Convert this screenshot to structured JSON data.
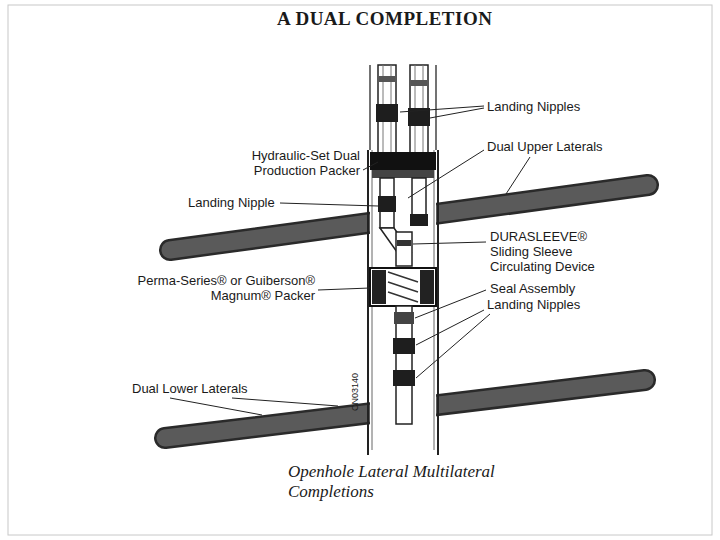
{
  "diagram": {
    "title": "A DUAL COMPLETION",
    "caption": "Openhole Lateral Multilateral Completions",
    "labels": [
      "Landing Nipples",
      "Hydraulic-Set Dual Production Packer",
      "Dual Upper Laterals",
      "Landing Nipple",
      "DURASLEEVE® Sliding Sleeve Circulating Device",
      "Perma-Series® or Guiberson® Magnum® Packer",
      "Seal Assembly",
      "Landing Nipples",
      "Dual Lower Laterals",
      "CN03140"
    ]
  }
}
